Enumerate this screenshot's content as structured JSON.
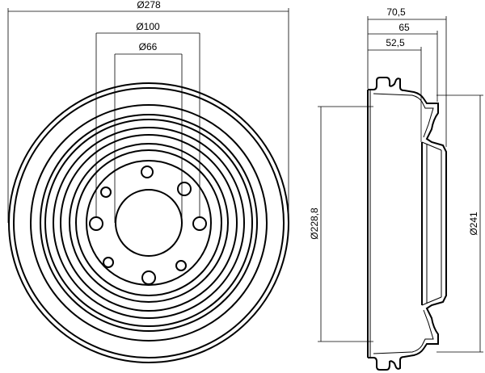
{
  "front_view": {
    "dim_outer": "Ø278",
    "dim_bolt_circle": "Ø100",
    "dim_center_bore": "Ø66"
  },
  "side_view": {
    "dim_total_height": "70,5",
    "dim_mid_height": "65",
    "dim_inner_height": "52,5",
    "dim_braking_diameter": "Ø228,8",
    "dim_outer_diameter": "Ø241"
  }
}
